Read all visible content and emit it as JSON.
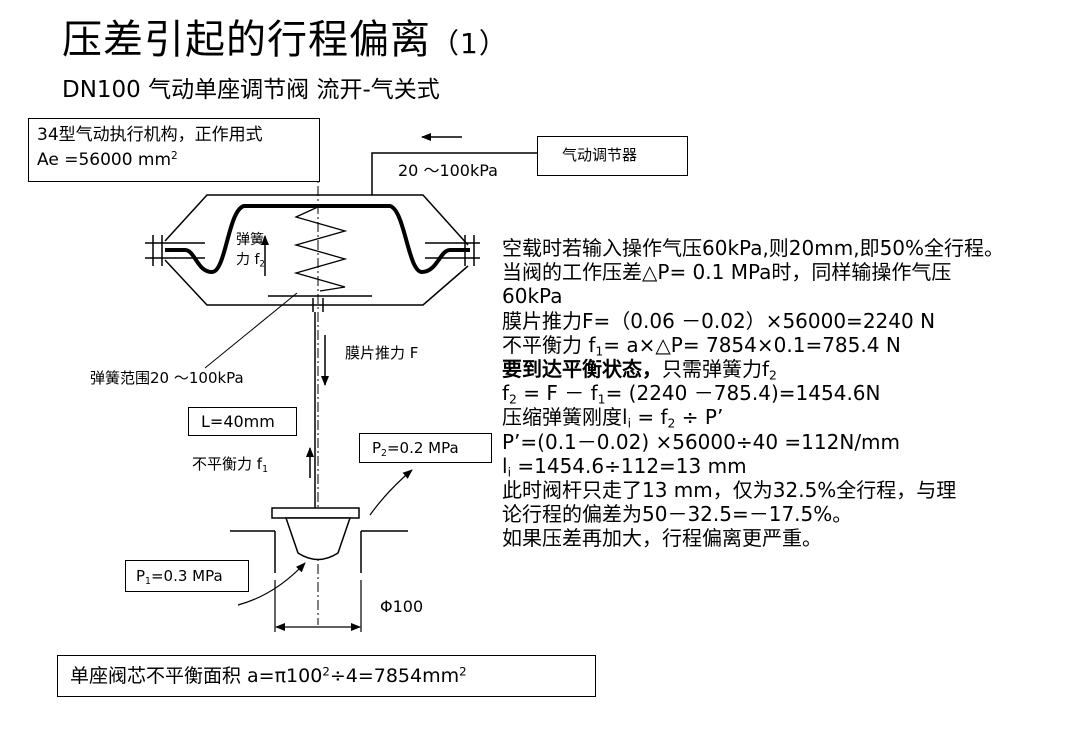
{
  "title": {
    "main": "压差引起的行程偏离",
    "num": "（1）"
  },
  "subtitle": "DN100  气动单座调节阀   流开-气关式",
  "actuator_box": {
    "line1": "34型气动执行机构，正作用式",
    "line2_prefix": "Ae =56000 mm",
    "line2_sup": "2"
  },
  "signal_label": "20 ～100kPa",
  "controller_label": "气动调节器",
  "spring_label": {
    "line1": "弹簧",
    "line2": "力 f",
    "line2_sub": "2"
  },
  "diaphragm_force_label": "膜片推力 F",
  "spring_range_label": "弹簧范围20 ～100kPa",
  "stroke_box": "L=40mm",
  "unbalance_label": {
    "text": "不平衡力  f",
    "sub": "1"
  },
  "p2_box": {
    "prefix": "P",
    "sub": "2",
    "suffix": "=0.2 MPa"
  },
  "p1_box": {
    "prefix": "P",
    "sub": "1",
    "suffix": "=0.3 MPa"
  },
  "diameter_label": "Φ100",
  "area_box": {
    "prefix": "单座阀芯不平衡面积 a=π100",
    "sup1": "2",
    "mid": "÷4=7854mm",
    "sup2": "2"
  },
  "explanation": {
    "l1": "空载时若输入操作气压60kPa,则20mm,即50%全行程。",
    "l2": "当阀的工作压差△P= 0.1 MPa时，同样输操作气压",
    "l3": "60kPa",
    "l4": "膜片推力F=（0.06 －0.02）×56000=2240 N",
    "l5_a": "不平衡力  f",
    "l5_sub": "1",
    "l5_b": "= a×△P= 7854×0.1=785.4 N",
    "l6_bold": "要到达平衡状态，",
    "l6_a": "只需弹簧力f",
    "l6_sub": "2",
    "l7_a": "f",
    "l7_sub1": "2",
    "l7_b": " = F － f",
    "l7_sub2": "1",
    "l7_c": "= (2240 －785.4)=1454.6N",
    "l8_a": "压缩弹簧刚度l",
    "l8_sub": "i",
    "l8_b": " = f",
    "l8_sub2": "2",
    "l8_c": " ÷ P’",
    "l9": "P’=(0.1－0.02) ×56000÷40 =112N/mm",
    "l10_a": "l",
    "l10_sub": "i",
    "l10_b": " =1454.6÷112=13 mm",
    "l11": "此时阀杆只走了13 mm，仅为32.5%全行程，与理",
    "l12": "论行程的偏差为50－32.5=－17.5%。",
    "l13": "如果压差再加大，行程偏离更严重。"
  }
}
